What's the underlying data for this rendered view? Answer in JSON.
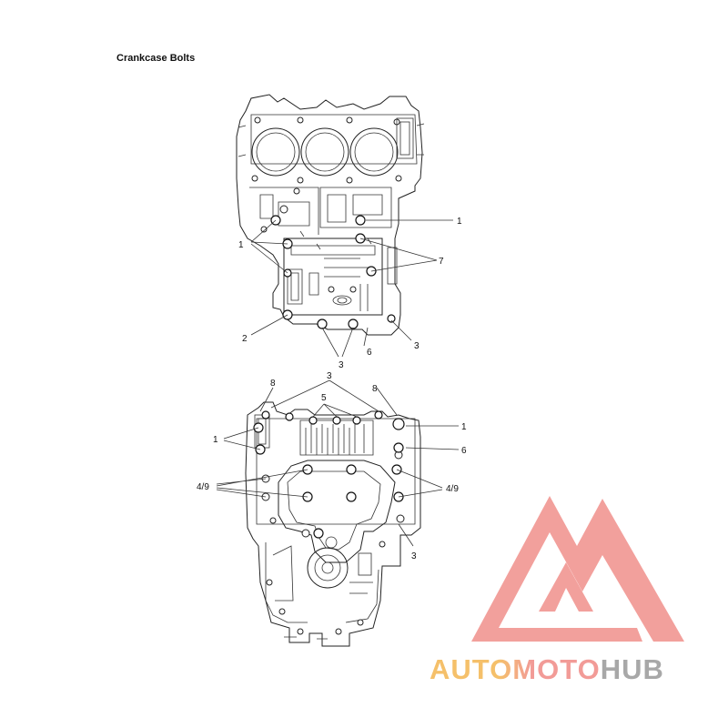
{
  "title": "Crankcase Bolts",
  "upper_callouts": [
    {
      "id": "u1a",
      "text": "1"
    },
    {
      "id": "u1b",
      "text": "1"
    },
    {
      "id": "u7",
      "text": "7"
    },
    {
      "id": "u2",
      "text": "2"
    },
    {
      "id": "u6",
      "text": "6"
    },
    {
      "id": "u3a",
      "text": "3"
    },
    {
      "id": "u3b",
      "text": "3"
    }
  ],
  "lower_callouts": [
    {
      "id": "l8a",
      "text": "8"
    },
    {
      "id": "l3a",
      "text": "3"
    },
    {
      "id": "l8b",
      "text": "8"
    },
    {
      "id": "l5",
      "text": "5"
    },
    {
      "id": "l1a",
      "text": "1"
    },
    {
      "id": "l1b",
      "text": "1"
    },
    {
      "id": "l6",
      "text": "6"
    },
    {
      "id": "l49a",
      "text": "4/9"
    },
    {
      "id": "l49b",
      "text": "4/9"
    },
    {
      "id": "l3b",
      "text": "3"
    }
  ],
  "watermark": {
    "brand_part1": "AUTOMOTO",
    "brand_part2": "HUB",
    "color_primary": "#f29b97",
    "color_accent": "#f5c06a",
    "color_gray": "#a8a8a8"
  }
}
